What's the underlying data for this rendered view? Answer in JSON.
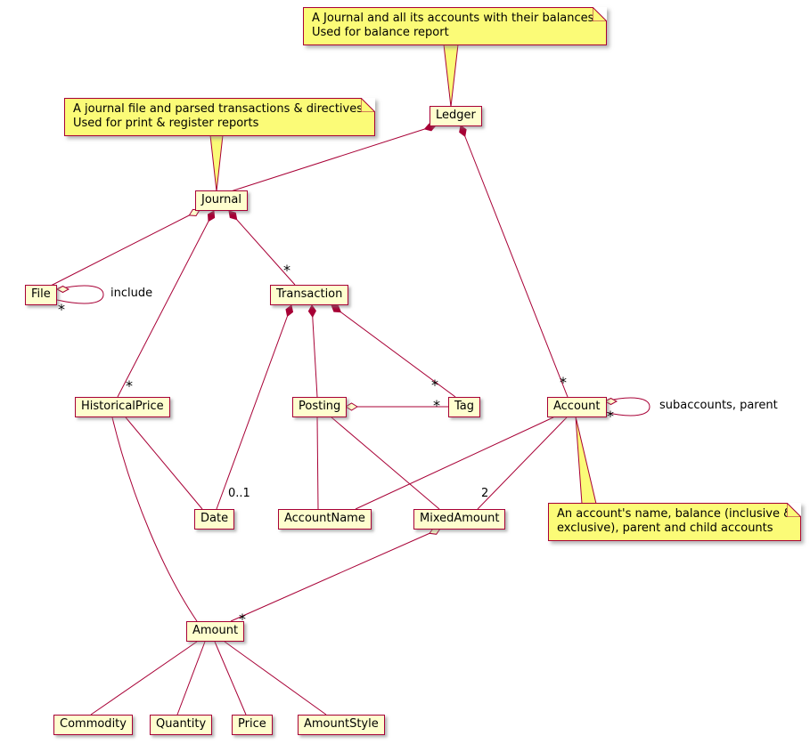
{
  "diagram": {
    "kind": "uml-class-diagram",
    "colors": {
      "class_fill": "#FEFECE",
      "note_fill": "#FBFB77",
      "line": "#A80036"
    }
  },
  "classes": {
    "ledger": "Ledger",
    "journal": "Journal",
    "file": "File",
    "transaction": "Transaction",
    "historical_price": "HistoricalPrice",
    "posting": "Posting",
    "tag": "Tag",
    "account": "Account",
    "date": "Date",
    "account_name": "AccountName",
    "mixed_amount": "MixedAmount",
    "amount": "Amount",
    "commodity": "Commodity",
    "quantity": "Quantity",
    "price": "Price",
    "amount_style": "AmountStyle"
  },
  "notes": {
    "ledger_note": {
      "line1": "A Journal and all its accounts with their balances.",
      "line2": "Used for balance report"
    },
    "journal_note": {
      "line1": "A journal file and parsed transactions & directives.",
      "line2": "Used for print & register reports"
    },
    "account_note": {
      "line1": "An account's name, balance (inclusive &",
      "line2": "exclusive), parent and child accounts"
    }
  },
  "labels": {
    "include": "include",
    "subaccounts": "subaccounts, parent",
    "mult_file": "*",
    "mult_transaction": "*",
    "mult_historical_price": "*",
    "mult_tag_from_transaction": "*",
    "mult_tag_from_posting": "*",
    "mult_account": "*",
    "mult_account_self": "*",
    "mult_date": "0..1",
    "mult_mixed_amount": "2",
    "mult_amount": "*"
  },
  "relationships": [
    {
      "from": "Ledger",
      "to": "Journal",
      "kind": "composition"
    },
    {
      "from": "Ledger",
      "to": "Account",
      "kind": "composition",
      "multiplicity": "*"
    },
    {
      "from": "Journal",
      "to": "File",
      "kind": "aggregation",
      "multiplicity": "*"
    },
    {
      "from": "File",
      "to": "File",
      "kind": "aggregation",
      "label": "include",
      "multiplicity": "*"
    },
    {
      "from": "Journal",
      "to": "Transaction",
      "kind": "composition",
      "multiplicity": "*"
    },
    {
      "from": "Journal",
      "to": "HistoricalPrice",
      "kind": "composition",
      "multiplicity": "*"
    },
    {
      "from": "Transaction",
      "to": "Date",
      "kind": "composition",
      "multiplicity": "0..1"
    },
    {
      "from": "Transaction",
      "to": "Posting",
      "kind": "composition"
    },
    {
      "from": "Transaction",
      "to": "Tag",
      "kind": "composition",
      "multiplicity": "*"
    },
    {
      "from": "Posting",
      "to": "Tag",
      "kind": "aggregation",
      "multiplicity": "*"
    },
    {
      "from": "Posting",
      "to": "AccountName",
      "kind": "association"
    },
    {
      "from": "Posting",
      "to": "MixedAmount",
      "kind": "association"
    },
    {
      "from": "Account",
      "to": "Account",
      "kind": "aggregation",
      "label": "subaccounts, parent",
      "multiplicity": "*"
    },
    {
      "from": "Account",
      "to": "AccountName",
      "kind": "association"
    },
    {
      "from": "Account",
      "to": "MixedAmount",
      "kind": "association",
      "multiplicity": "2"
    },
    {
      "from": "MixedAmount",
      "to": "Amount",
      "kind": "aggregation",
      "multiplicity": "*"
    },
    {
      "from": "HistoricalPrice",
      "to": "Date",
      "kind": "association"
    },
    {
      "from": "HistoricalPrice",
      "to": "Amount",
      "kind": "association"
    },
    {
      "from": "Amount",
      "to": "Commodity",
      "kind": "association"
    },
    {
      "from": "Amount",
      "to": "Quantity",
      "kind": "association"
    },
    {
      "from": "Amount",
      "to": "Price",
      "kind": "association"
    },
    {
      "from": "Amount",
      "to": "AmountStyle",
      "kind": "association"
    }
  ]
}
